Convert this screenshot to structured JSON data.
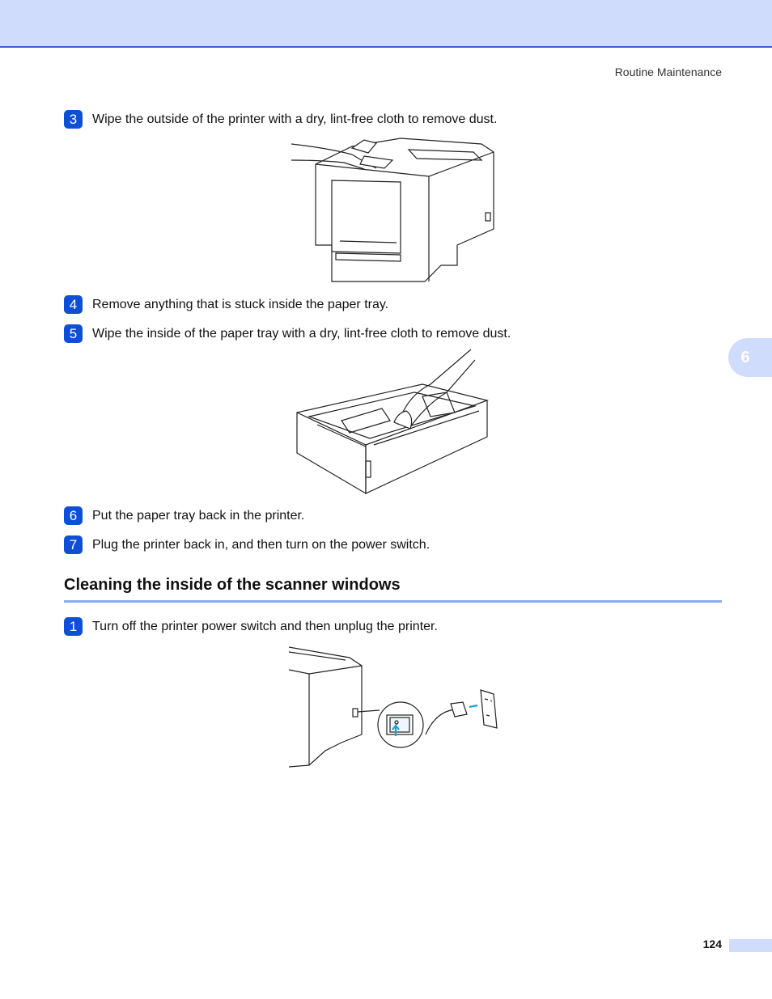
{
  "header": {
    "section": "Routine Maintenance"
  },
  "chapter_tab": "6",
  "steps_a": [
    {
      "num": "3",
      "text": "Wipe the outside of the printer with a dry, lint-free cloth to remove dust."
    },
    {
      "num": "4",
      "text": "Remove anything that is stuck inside the paper tray."
    },
    {
      "num": "5",
      "text": "Wipe the inside of the paper tray with a dry, lint-free cloth to remove dust."
    },
    {
      "num": "6",
      "text": "Put the paper tray back in the printer."
    },
    {
      "num": "7",
      "text": "Plug the printer back in, and then turn on the power switch."
    }
  ],
  "section": {
    "title": "Cleaning the inside of the scanner windows",
    "steps": [
      {
        "num": "1",
        "text": "Turn off the printer power switch and then unplug the printer."
      }
    ]
  },
  "footer": {
    "page_number": "124"
  }
}
